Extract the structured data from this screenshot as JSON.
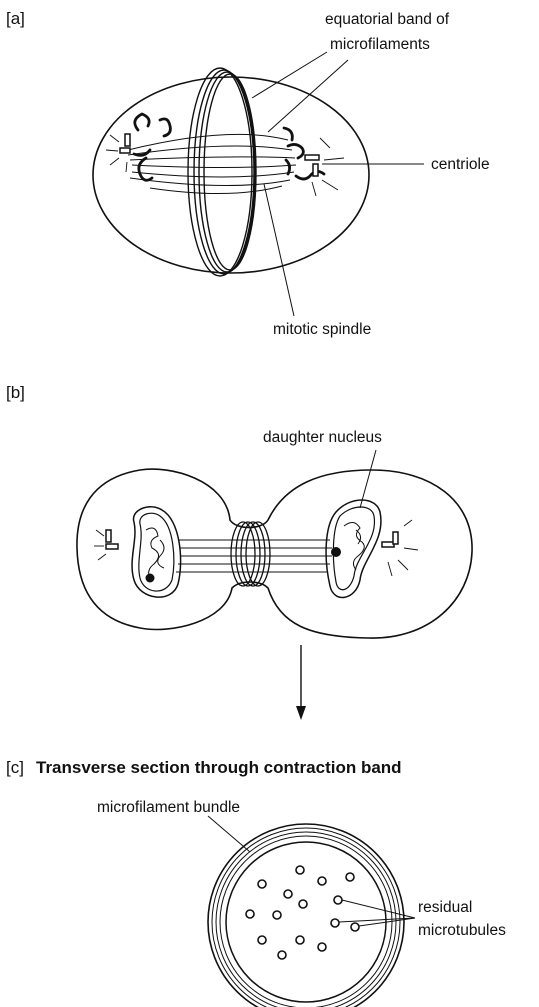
{
  "panels": {
    "a": {
      "marker": "[a]",
      "labels": {
        "equatorial_band_1": "equatorial band of",
        "equatorial_band_2": "microfilaments",
        "centriole": "centriole",
        "mitotic_spindle": "mitotic spindle"
      }
    },
    "b": {
      "marker": "[b]",
      "labels": {
        "daughter_nucleus": "daughter nucleus"
      }
    },
    "c": {
      "marker": "[c]",
      "title": "Transverse section through contraction band",
      "labels": {
        "microfilament_bundle": "microfilament bundle",
        "residual_1": "residual",
        "residual_2": "microtubules"
      }
    }
  }
}
